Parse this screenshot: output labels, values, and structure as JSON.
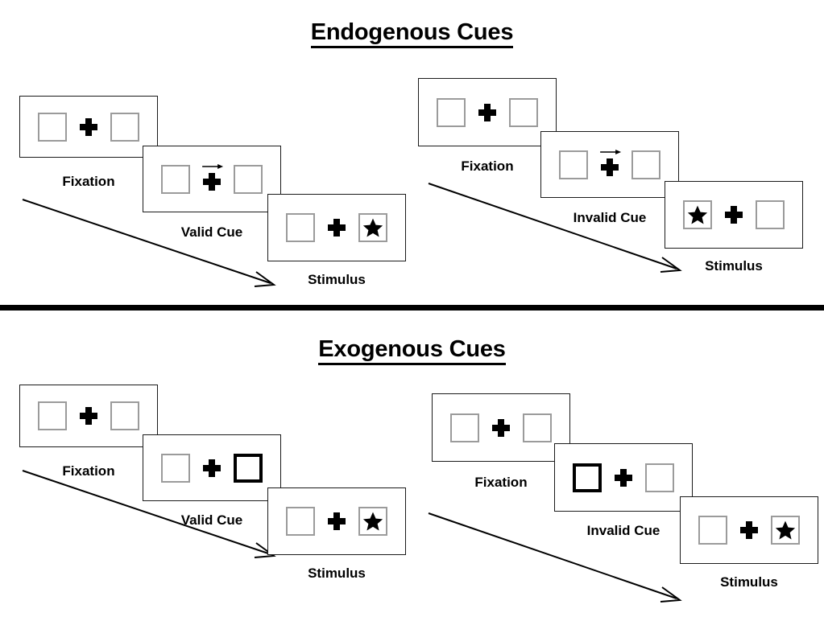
{
  "figure": {
    "title_endogenous": "Endogenous Cues",
    "title_exogenous": "Exogenous Cues"
  },
  "sections": [
    {
      "id": "endogenous",
      "title": "Endogenous Cues",
      "cue_type": "central arrow cue",
      "groups": [
        {
          "id": "endogenous-valid",
          "validity": "valid",
          "panels": [
            {
              "label": "Fixation",
              "left_box": "empty",
              "right_box": "empty",
              "cue": "none",
              "arrow_direction": ""
            },
            {
              "label": "Valid Cue",
              "left_box": "empty",
              "right_box": "empty",
              "cue": "arrow-right",
              "arrow_direction": "right"
            },
            {
              "label": "Stimulus",
              "left_box": "empty",
              "right_box": "star",
              "cue": "none",
              "arrow_direction": ""
            }
          ]
        },
        {
          "id": "endogenous-invalid",
          "validity": "invalid",
          "panels": [
            {
              "label": "Fixation",
              "left_box": "empty",
              "right_box": "empty",
              "cue": "none",
              "arrow_direction": ""
            },
            {
              "label": "Invalid Cue",
              "left_box": "empty",
              "right_box": "empty",
              "cue": "arrow-right",
              "arrow_direction": "right"
            },
            {
              "label": "Stimulus",
              "left_box": "star",
              "right_box": "empty",
              "cue": "none",
              "arrow_direction": ""
            }
          ]
        }
      ]
    },
    {
      "id": "exogenous",
      "title": "Exogenous Cues",
      "cue_type": "peripheral box flash",
      "groups": [
        {
          "id": "exogenous-valid",
          "validity": "valid",
          "panels": [
            {
              "label": "Fixation",
              "left_box": "empty",
              "right_box": "empty",
              "cue": "none"
            },
            {
              "label": "Valid Cue",
              "left_box": "empty",
              "right_box": "highlight",
              "cue": "box-right"
            },
            {
              "label": "Stimulus",
              "left_box": "empty",
              "right_box": "star",
              "cue": "none"
            }
          ]
        },
        {
          "id": "exogenous-invalid",
          "validity": "invalid",
          "panels": [
            {
              "label": "Fixation",
              "left_box": "empty",
              "right_box": "empty",
              "cue": "none"
            },
            {
              "label": "Invalid Cue",
              "left_box": "highlight",
              "right_box": "empty",
              "cue": "box-left"
            },
            {
              "label": "Stimulus",
              "left_box": "empty",
              "right_box": "star",
              "cue": "none"
            }
          ]
        }
      ]
    }
  ],
  "colors": {
    "background": "#ffffff",
    "panel_border": "#1a1a1a",
    "box_border": "#9b9b9b",
    "cued_box_border": "#000000",
    "ink": "#000000",
    "divider": "#000000"
  }
}
